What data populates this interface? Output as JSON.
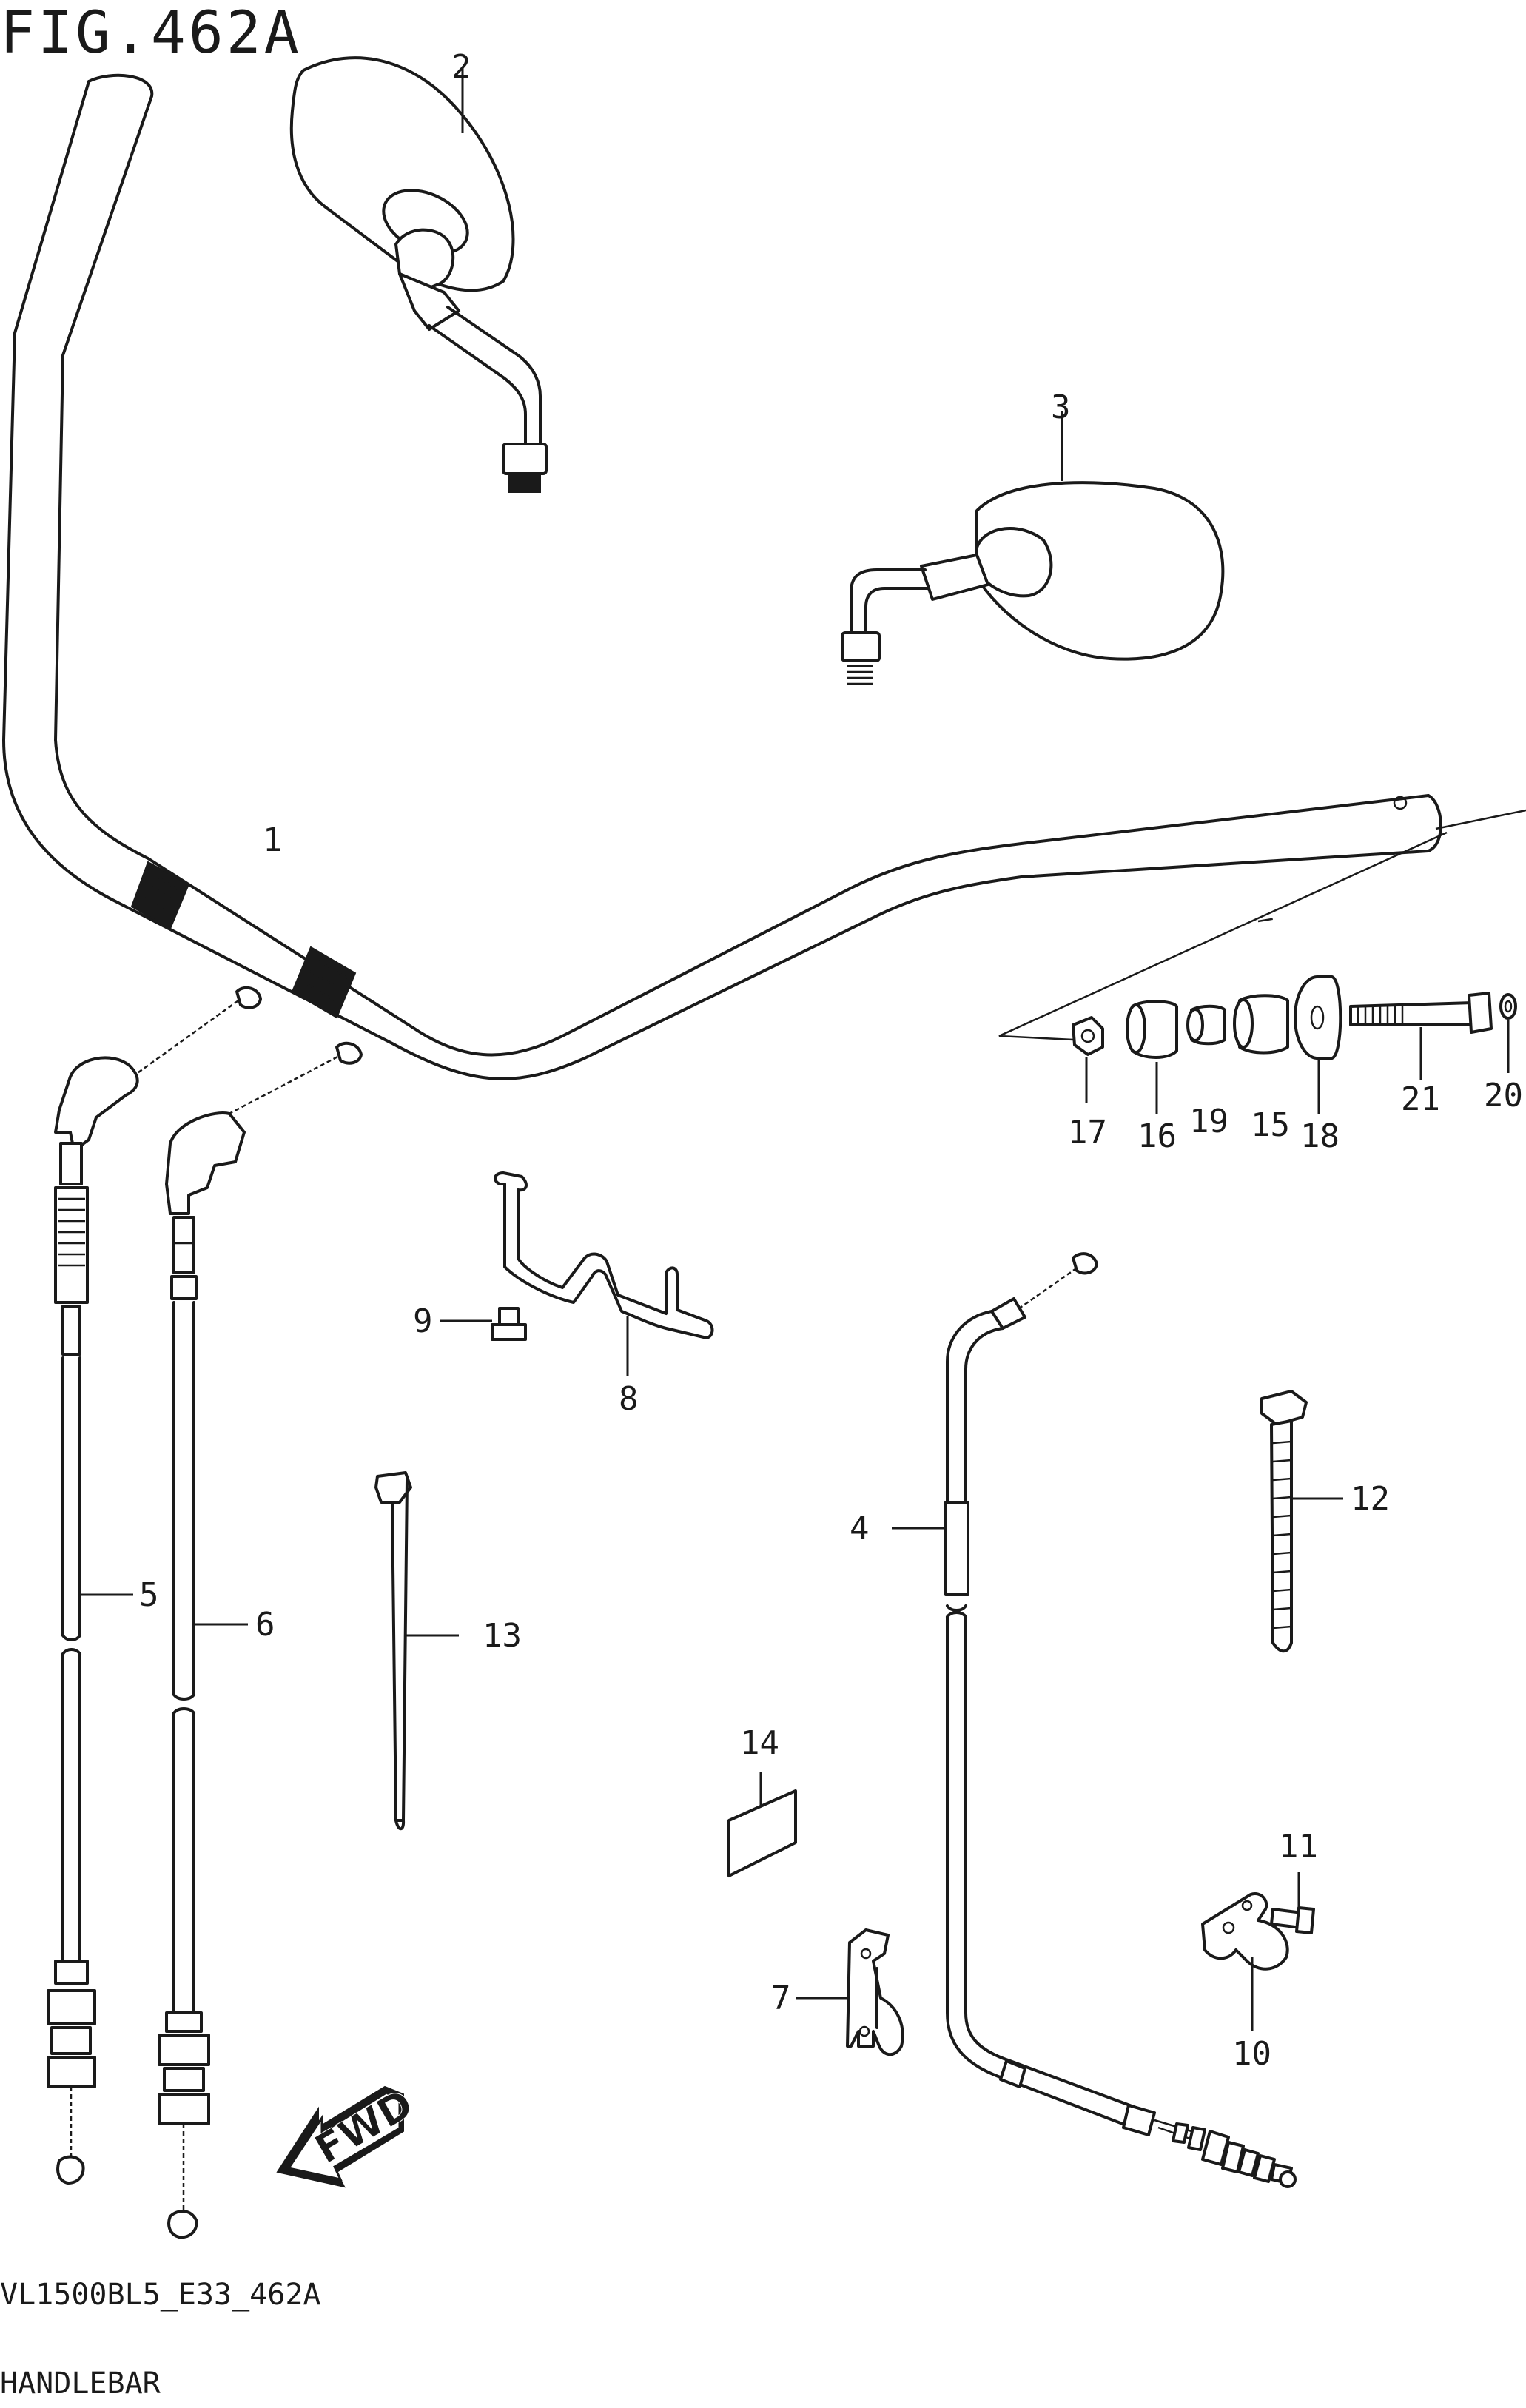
{
  "figure": {
    "title": "FIG.462A",
    "model_code": "VL1500BL5_E33_462A",
    "section_name": "HANDLEBAR",
    "badge_text": "FWD"
  },
  "callouts": [
    "1",
    "2",
    "3",
    "4",
    "5",
    "6",
    "7",
    "8",
    "9",
    "10",
    "11",
    "12",
    "13",
    "14",
    "15",
    "16",
    "17",
    "18",
    "19",
    "20",
    "21"
  ],
  "parts": [
    {
      "ref": "1",
      "name": "handlebar"
    },
    {
      "ref": "2",
      "name": "mirror-left"
    },
    {
      "ref": "3",
      "name": "mirror-right"
    },
    {
      "ref": "4",
      "name": "clutch-cable"
    },
    {
      "ref": "5",
      "name": "throttle-cable-pull"
    },
    {
      "ref": "6",
      "name": "throttle-cable-return"
    },
    {
      "ref": "7",
      "name": "cable-clamp"
    },
    {
      "ref": "8",
      "name": "cable-guide"
    },
    {
      "ref": "9",
      "name": "bolt"
    },
    {
      "ref": "10",
      "name": "cable-holder"
    },
    {
      "ref": "11",
      "name": "bolt"
    },
    {
      "ref": "12",
      "name": "cable-tie"
    },
    {
      "ref": "13",
      "name": "cable-tie"
    },
    {
      "ref": "14",
      "name": "label"
    },
    {
      "ref": "15",
      "name": "weight"
    },
    {
      "ref": "16",
      "name": "weight"
    },
    {
      "ref": "17",
      "name": "nut"
    },
    {
      "ref": "18",
      "name": "end-cap"
    },
    {
      "ref": "19",
      "name": "collar"
    },
    {
      "ref": "20",
      "name": "washer"
    },
    {
      "ref": "21",
      "name": "screw"
    }
  ]
}
